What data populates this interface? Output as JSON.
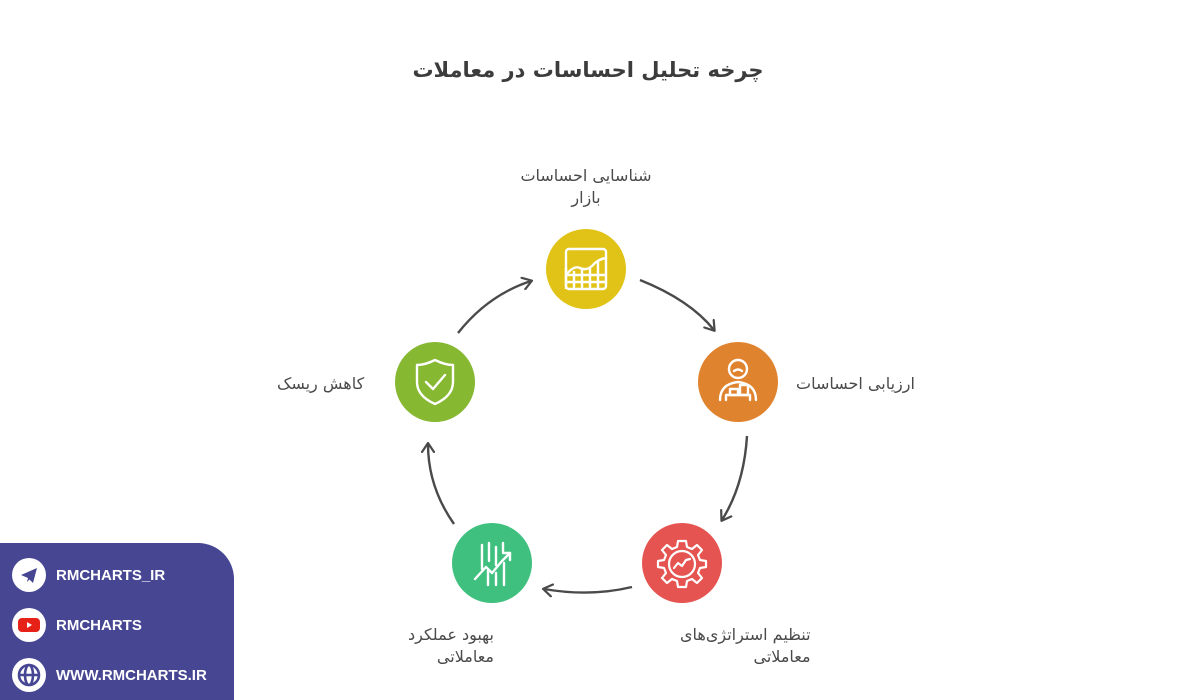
{
  "title": "چرخه تحلیل احساسات در معاملات",
  "nodes": [
    {
      "id": "identify",
      "label_line1": "شناسایی احساسات",
      "label_line2": "بازار",
      "icon": "chart-grid-icon",
      "color": "#e0c316"
    },
    {
      "id": "evaluate",
      "label_line1": "ارزیابی احساسات",
      "icon": "person-boxes-icon",
      "color": "#e0832e"
    },
    {
      "id": "strategy",
      "label_line1": "تنظیم استراتژی‌های",
      "label_line2": "معاملاتی",
      "icon": "gear-chart-icon",
      "color": "#e55450"
    },
    {
      "id": "improve",
      "label_line1": "بهبود عملکرد",
      "label_line2": "معاملاتی",
      "icon": "bars-trend-icon",
      "color": "#3fc07f"
    },
    {
      "id": "risk",
      "label_line1": "کاهش ریسک",
      "icon": "shield-check-icon",
      "color": "#86b832"
    }
  ],
  "arrow_color": "#4a4a4a",
  "social": {
    "background": "#464693",
    "items": [
      {
        "icon": "telegram-icon",
        "text": "RMCHARTS_IR"
      },
      {
        "icon": "youtube-icon",
        "text": "RMCHARTS"
      },
      {
        "icon": "globe-icon",
        "text": "WWW.RMCHARTS.IR"
      }
    ]
  }
}
